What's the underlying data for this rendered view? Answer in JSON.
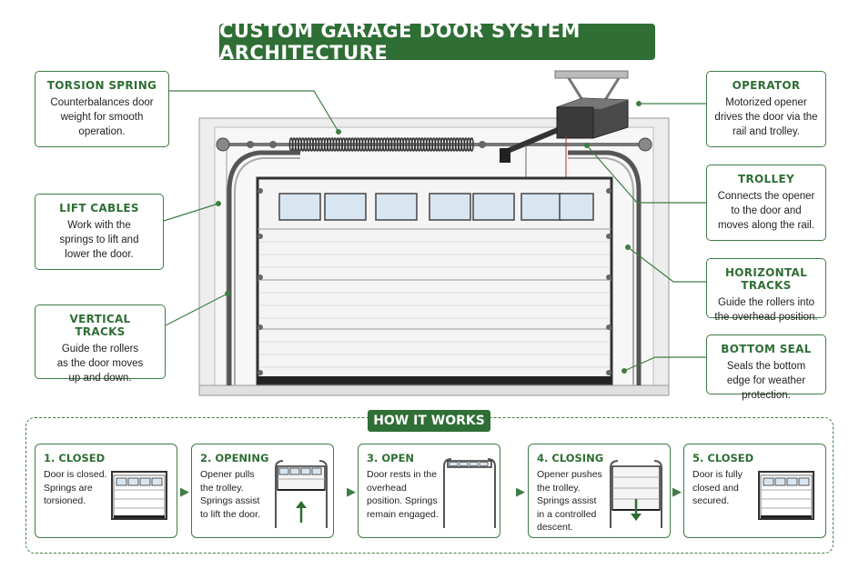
{
  "title": "CUSTOM GARAGE DOOR SYSTEM ARCHITECTURE",
  "callouts": {
    "torsion_spring": {
      "title": "TORSION SPRING",
      "desc": "Counterbalances door weight for smooth operation."
    },
    "lift_cables": {
      "title": "LIFT CABLES",
      "desc": "Work with the springs to lift and lower the door."
    },
    "vertical_tracks": {
      "title": "VERTICAL TRACKS",
      "desc": "Guide the rollers as the door moves up and down."
    },
    "operator": {
      "title": "OPERATOR",
      "desc": "Motorized opener drives the door via the rail and trolley."
    },
    "trolley": {
      "title": "TROLLEY",
      "desc": "Connects the opener to the door and moves along the rail."
    },
    "horizontal_tracks": {
      "title": "HORIZONTAL TRACKS",
      "desc": "Guide the rollers into the overhead position."
    },
    "bottom_seal": {
      "title": "BOTTOM SEAL",
      "desc": "Seals the bottom edge for weather protection."
    }
  },
  "how_it_works": {
    "title": "HOW IT WORKS",
    "steps": [
      {
        "title": "1. CLOSED",
        "desc": "Door is closed. Springs are torsioned."
      },
      {
        "title": "2. OPENING",
        "desc": "Opener pulls the trolley. Springs assist to lift the door."
      },
      {
        "title": "3. OPEN",
        "desc": "Door rests in the overhead position. Springs remain engaged."
      },
      {
        "title": "4. CLOSING",
        "desc": "Opener pushes the trolley. Springs assist in a controlled descent."
      },
      {
        "title": "5. CLOSED",
        "desc": "Door is fully closed and secured."
      }
    ]
  },
  "colors": {
    "accent": "#2f6e35",
    "border": "#3f7d44",
    "window": "#d8e6f2",
    "frame": "#e8e8e8",
    "track": "#555555"
  },
  "icons": [
    "arrow-right-icon",
    "arrow-up-icon",
    "arrow-down-icon"
  ]
}
